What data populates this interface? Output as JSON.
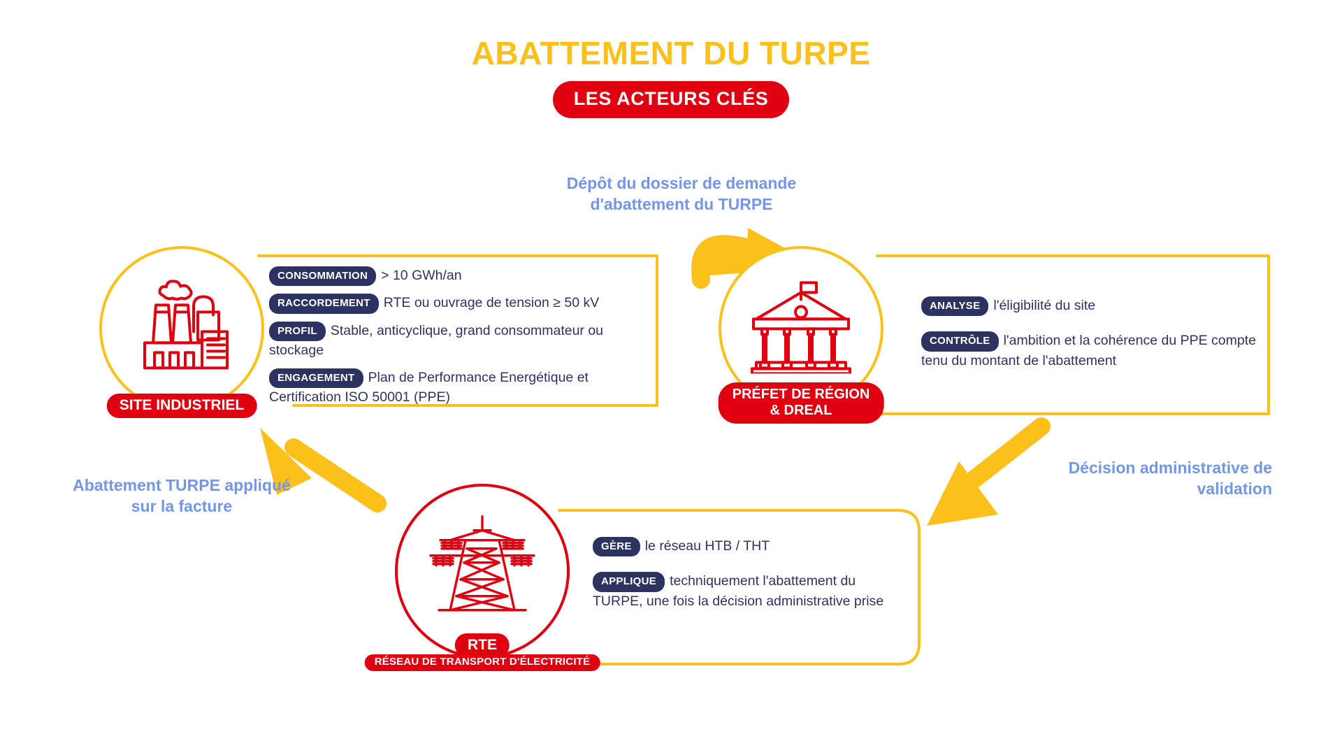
{
  "title": {
    "main": "ABATTEMENT DU TURPE",
    "subtitle": "LES ACTEURS CLÉS"
  },
  "colors": {
    "yellow": "#FBC11A",
    "red": "#E1000F",
    "navy": "#2D3361",
    "blue": "#7396E8",
    "white": "#FFFFFF"
  },
  "actors": {
    "site": {
      "label": "SITE INDUSTRIEL",
      "icon": "factory-icon",
      "details": [
        {
          "tag": "CONSOMMATION",
          "text": "> 10 GWh/an"
        },
        {
          "tag": "RACCORDEMENT",
          "text": "RTE ou ouvrage de tension ≥ 50 kV"
        },
        {
          "tag": "PROFIL",
          "text": "Stable, anticyclique, grand consommateur ou stockage"
        },
        {
          "tag": "ENGAGEMENT",
          "text": "Plan de Performance Energétique et Certification ISO 50001 (PPE)"
        }
      ]
    },
    "prefet": {
      "label_line1": "PRÉFET DE RÉGION",
      "label_line2": "& DREAL",
      "icon": "government-building-icon",
      "details": [
        {
          "tag": "ANALYSE",
          "text": "l'éligibilité du site"
        },
        {
          "tag": "CONTRÔLE",
          "text": "l'ambition et la cohérence du PPE compte tenu du montant de l'abattement"
        }
      ]
    },
    "rte": {
      "label_line1": "RTE",
      "label_line2": "RÉSEAU DE TRANSPORT D'ÉLECTRICITÉ",
      "icon": "power-pylon-icon",
      "details": [
        {
          "tag": "GÈRE",
          "text": "le réseau HTB / THT"
        },
        {
          "tag": "APPLIQUE",
          "text": "techniquement l'abattement du TURPE, une fois la décision administrative prise"
        }
      ]
    }
  },
  "annotations": {
    "top": "Dépôt du dossier de demande d'abattement du TURPE",
    "right": "Décision administrative de validation",
    "left": "Abattement TURPE appliqué sur la facture"
  },
  "arrows": [
    {
      "name": "arrow-site-to-prefet",
      "direction": "right-up"
    },
    {
      "name": "arrow-prefet-to-rte",
      "direction": "down-left"
    },
    {
      "name": "arrow-rte-to-site",
      "direction": "up-left"
    }
  ]
}
